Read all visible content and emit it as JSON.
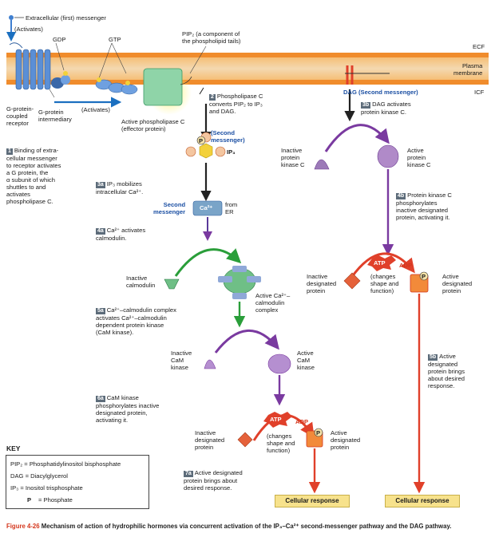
{
  "labels": {
    "first_messenger": "Extracellular (first) messenger",
    "activates": "(Activates)",
    "gdp": "GDP",
    "gtp": "GTP",
    "pip2_note": "PIP₂ (a component of\nthe phospholipid tails)",
    "ecf": "ECF",
    "plasma_membrane": "Plasma\nmembrane",
    "icf": "ICF",
    "dag_second": "DAG (Second messenger)",
    "gpcr": "G-protein-\ncoupled\nreceptor",
    "g_protein": "G-protein\nintermediary",
    "activates_mid": "(Activates)",
    "active_plc": "Active phospholipase C\n(effector protein)",
    "second_messenger_ip3": "(Second\nmessenger)",
    "ip3": "IP₃",
    "second_messenger_ca": "Second\nmessenger",
    "from_er": "from\nER",
    "inactive_calmodulin": "Inactive\ncalmodulin",
    "active_ca_calmodulin": "Active Ca²⁺–\ncalmodulin\ncomplex",
    "inactive_camk": "Inactive\nCaM\nkinase",
    "active_camk": "Active\nCaM\nkinase",
    "inactive_designated_1": "Inactive\ndesignated\nprotein",
    "active_designated_1": "Active\ndesignated\nprotein",
    "changes_shape_1": "(changes\nshape and\nfunction)",
    "inactive_pkc": "Inactive\nprotein\nkinase C",
    "active_pkc": "Active\nprotein\nkinase C",
    "inactive_designated_2": "Inactive\ndesignated\nprotein",
    "active_designated_2": "Active\ndesignated\nprotein",
    "changes_shape_2": "(changes\nshape and\nfunction)",
    "atp": "ATP",
    "adp": "ADP",
    "p": "P",
    "ca": "Ca²⁺"
  },
  "steps": {
    "s1_num": "1",
    "s1": "Binding of extra-\ncellular messenger\nto receptor activates\na G protein, the\nα subunit of which\nshuttles to and\nactivates\nphospholipase C.",
    "s2_num": "2",
    "s2": "Phospholipase C\nconverts PIP₂ to IP₃\nand DAG.",
    "s3a_num": "3a",
    "s3a": "IP₃ mobilizes\nintracellular Ca²⁺.",
    "s4a_num": "4a",
    "s4a": "Ca²⁺ activates\ncalmodulin.",
    "s5a_num": "5a",
    "s5a": "Ca²⁺–calmodulin complex\nactivates Ca²⁺–calmodulin\ndependent protein kinase\n(CaM kinase).",
    "s6a_num": "6a",
    "s6a": "CaM kinase\nphosphorylates inactive\ndesignated protein,\nactivating it.",
    "s7a_num": "7a",
    "s7a": "Active designated\nprotein brings about\ndesired response.",
    "s3b_num": "3b",
    "s3b": "DAG activates\nprotein kinase C.",
    "s4b_num": "4b",
    "s4b": "Protein kinase C\nphosphorylates\ninactive designated\nprotein, activating it.",
    "s5b_num": "5b",
    "s5b": "Active\ndesignated\nprotein brings\nabout desired\nresponse."
  },
  "responses": {
    "left": "Cellular response",
    "right": "Cellular response"
  },
  "key": {
    "title": "KEY",
    "pip2": "PIP₂ = Phosphatidylinositol bisphosphate",
    "dag": "DAG = Diacylglycerol",
    "ip3": "IP₃ = Inositol trisphosphate",
    "p": "= Phosphate"
  },
  "caption": {
    "fig": "Figure 4-26",
    "text": "Mechanism of action of hydrophilic hormones via concurrent activation of the IP₃–Ca²⁺ second-messenger pathway and the DAG pathway."
  },
  "colors": {
    "membrane": "#f0a24a",
    "receptor": "#5b8fd6",
    "plc": "#8fd4a8",
    "pkc": "#9c7ab8",
    "camk": "#b58fd0",
    "calmodulin": "#6fbf86",
    "arrow_purple": "#7a3aa0",
    "arrow_red": "#e0402a",
    "arrow_green": "#2a9e3a",
    "response": "#f7e28c"
  }
}
